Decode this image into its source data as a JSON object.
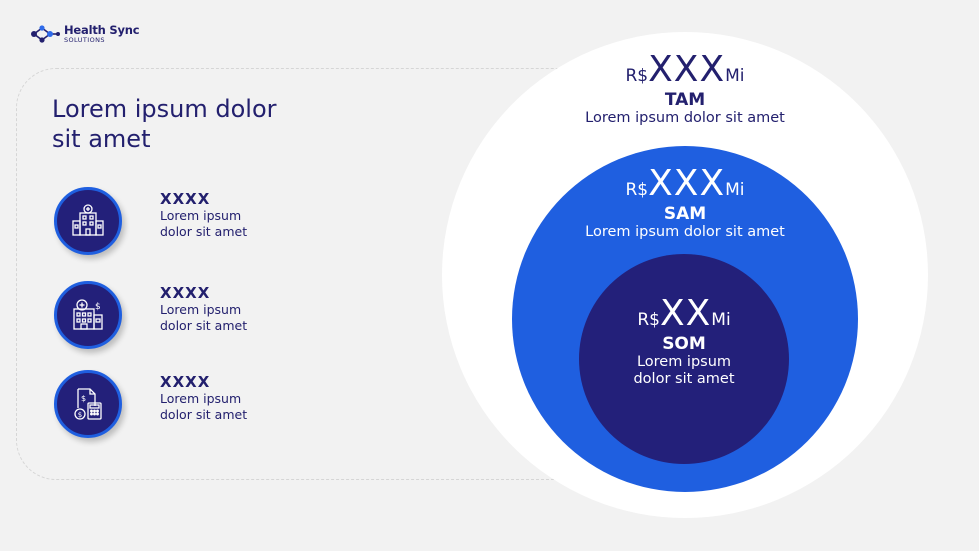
{
  "brand": {
    "name": "Health Sync",
    "tagline": "SOLUTIONS",
    "icon": "network-dots-icon"
  },
  "headline": "Lorem ipsum dolor sit amet",
  "features": [
    {
      "icon": "hospital-icon",
      "title": "XXXX",
      "desc_line1": "Lorem ipsum",
      "desc_line2": "dolor sit amet"
    },
    {
      "icon": "clinic-building-icon",
      "title": "XXXX",
      "desc_line1": "Lorem ipsum",
      "desc_line2": "dolor sit amet"
    },
    {
      "icon": "invoice-calculator-icon",
      "title": "XXXX",
      "desc_line1": "Lorem ipsum",
      "desc_line2": "dolor sit amet"
    }
  ],
  "market": {
    "tam": {
      "currency": "R$",
      "amount": "XXX",
      "unit": "Mi",
      "label": "TAM",
      "desc": "Lorem ipsum dolor sit amet"
    },
    "sam": {
      "currency": "R$",
      "amount": "XXX",
      "unit": "Mi",
      "label": "SAM",
      "desc": "Lorem ipsum dolor sit amet"
    },
    "som": {
      "currency": "R$",
      "amount": "XX",
      "unit": "Mi",
      "label": "SOM",
      "desc_line1": "Lorem ipsum",
      "desc_line2": "dolor sit amet"
    }
  },
  "colors": {
    "navy": "#23207a",
    "blue": "#1f5fe0",
    "white": "#ffffff",
    "background": "#f2f2f2"
  }
}
